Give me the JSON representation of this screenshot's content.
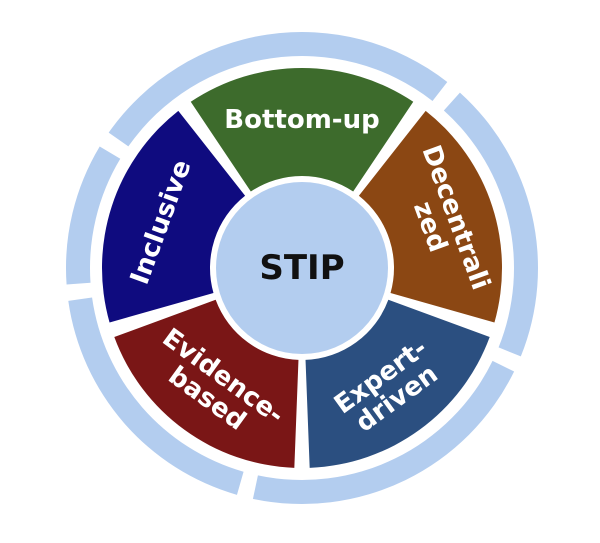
{
  "center": {
    "label": "STIP",
    "color": "#b3cdef"
  },
  "outer_ring_color": "#b3cdef",
  "segments": [
    {
      "name": "bottom-up",
      "lines": [
        "Bottom-up"
      ],
      "color": "#3d6b2c"
    },
    {
      "name": "decentralized",
      "lines": [
        "Decentrali",
        "zed"
      ],
      "color": "#8b4713"
    },
    {
      "name": "expert-driven",
      "lines": [
        "Expert-",
        "driven"
      ],
      "color": "#2b4f80"
    },
    {
      "name": "evidence-based",
      "lines": [
        "Evidence-",
        "based"
      ],
      "color": "#7a1616"
    },
    {
      "name": "inclusive",
      "lines": [
        "Inclusive"
      ],
      "color": "#0f0b7f"
    }
  ]
}
